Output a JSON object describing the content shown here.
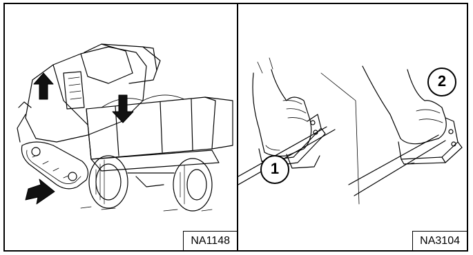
{
  "figures": [
    {
      "ref": "NA1148",
      "subject": "tracked-loader-loading-dump-truck-illustration"
    },
    {
      "ref": "NA3104",
      "subject": "foot-pedal-positions-illustration",
      "callouts": [
        "1",
        "2"
      ]
    }
  ],
  "colors": {
    "line": "#000000",
    "background": "#ffffff",
    "arrow": "#000000"
  }
}
